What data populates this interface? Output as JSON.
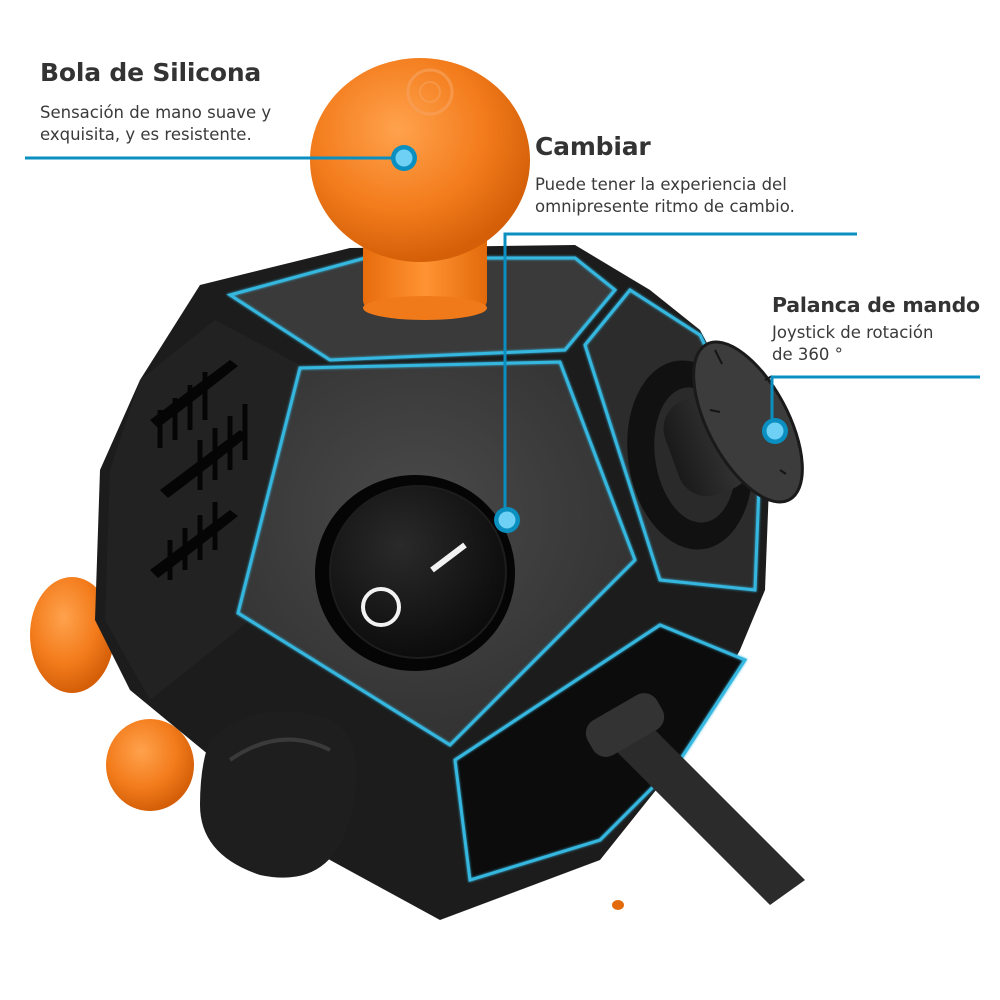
{
  "colors": {
    "accent_line": "#0a8fc0",
    "dot_fill": "#6fd0f5",
    "dot_ring": "#0a8fc0",
    "cube_body": "#1c1c1c",
    "cube_face": "#3a3a3a",
    "edge_glow": "#35b7e0",
    "orange": "#f07a1a",
    "text_heading": "#333333",
    "text_body": "#3a3a3a"
  },
  "callouts": [
    {
      "id": "silicone-ball",
      "title": "Bola de Silicona",
      "lines": [
        "Sensación de mano suave y",
        "exquisita, y es resistente."
      ],
      "marker_icon": "hotspot-dot-icon"
    },
    {
      "id": "switch",
      "title": "Cambiar",
      "lines": [
        "Puede tener la experiencia del",
        "omnipresente ritmo de cambio."
      ],
      "marker_icon": "hotspot-dot-icon"
    },
    {
      "id": "joystick",
      "title": "Palanca de mando",
      "lines": [
        "Joystick de rotación",
        "de 360 °"
      ],
      "marker_icon": "hotspot-dot-icon"
    }
  ],
  "product": {
    "name": "12-sided fidget cube",
    "switch_labels": {
      "off": "O",
      "on": "I"
    },
    "parts": [
      "silicone-ball",
      "rocker-switch",
      "joystick",
      "gear-vents",
      "lever",
      "push-button",
      "side-balls"
    ]
  }
}
